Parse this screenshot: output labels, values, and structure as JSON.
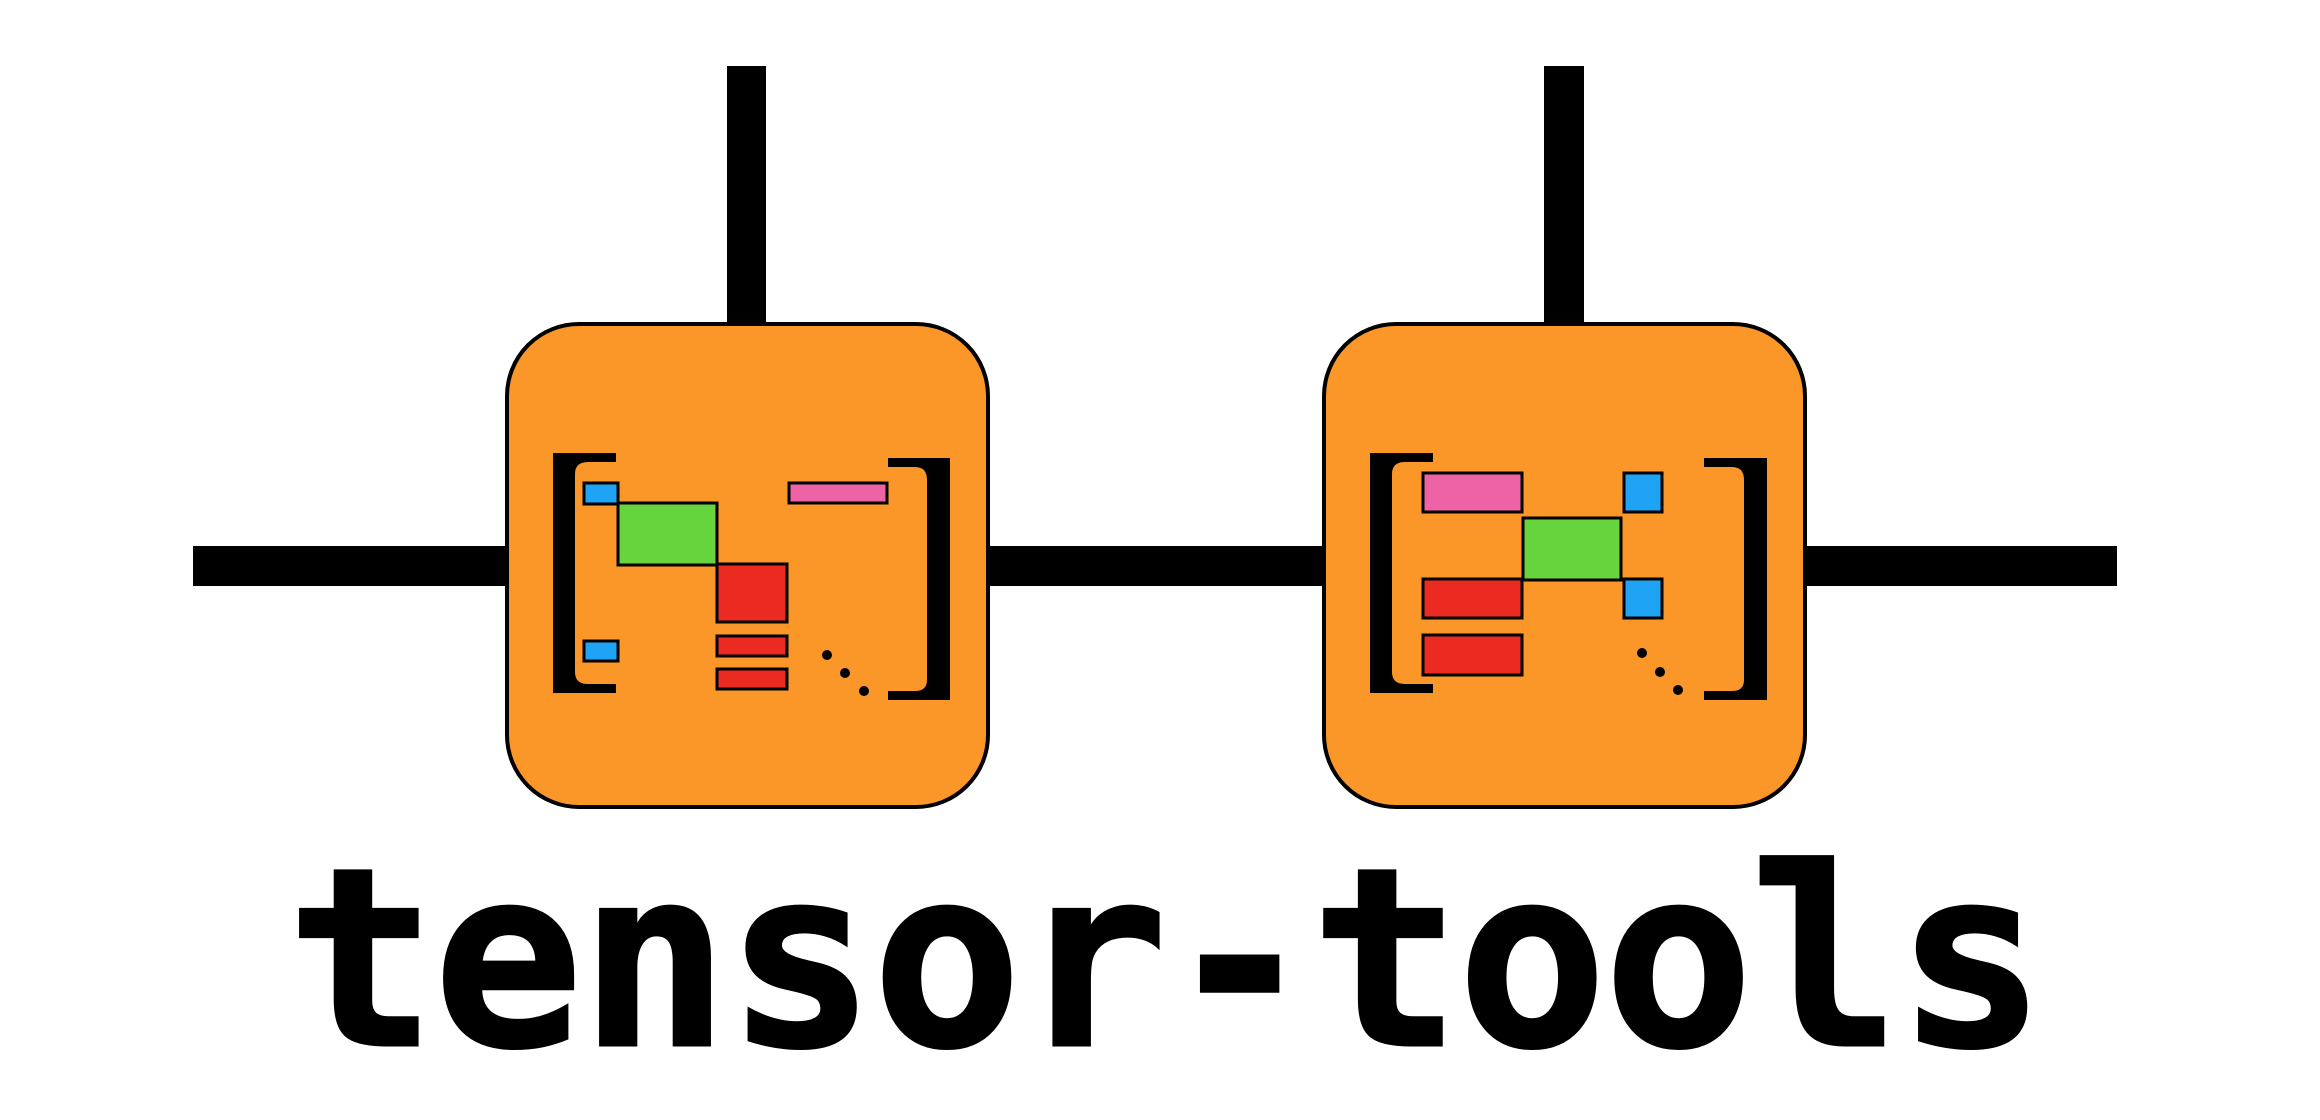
{
  "logo": {
    "wordmark": "tensor-tools",
    "colors": {
      "node_fill": "#fb9629",
      "stroke": "#000000",
      "block_blue": "#1fa3f5",
      "block_green": "#66d43d",
      "block_red": "#eb2a22",
      "block_pink": "#ee63a6"
    },
    "icons": [
      "tensor-node-left",
      "tensor-node-right",
      "matrix-bracket",
      "diagonal-ellipsis"
    ]
  }
}
